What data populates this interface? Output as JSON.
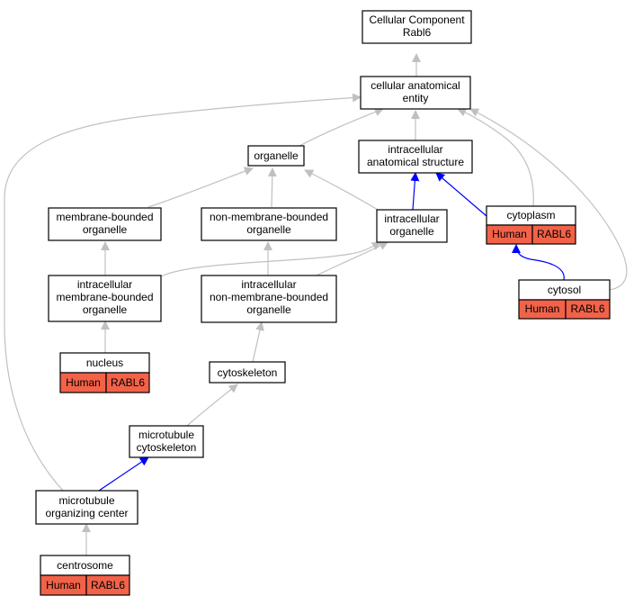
{
  "colors": {
    "edge_gray": "#c0c0c0",
    "edge_blue": "#0000ff",
    "badge_fill": "#f26249",
    "node_border": "#000000"
  },
  "nodes": {
    "root": {
      "lines": [
        "Cellular Component",
        "Rabl6"
      ]
    },
    "cae": {
      "lines": [
        "cellular anatomical",
        "entity"
      ]
    },
    "organelle": {
      "lines": [
        "organelle"
      ]
    },
    "ias": {
      "lines": [
        "intracellular",
        "anatomical structure"
      ]
    },
    "mbo": {
      "lines": [
        "membrane-bounded",
        "organelle"
      ]
    },
    "nmbo": {
      "lines": [
        "non-membrane-bounded",
        "organelle"
      ]
    },
    "io": {
      "lines": [
        "intracellular",
        "organelle"
      ]
    },
    "cytoplasm": {
      "lines": [
        "cytoplasm"
      ],
      "badges": [
        "Human",
        "RABL6"
      ]
    },
    "cytosol": {
      "lines": [
        "cytosol"
      ],
      "badges": [
        "Human",
        "RABL6"
      ]
    },
    "imbo": {
      "lines": [
        "intracellular",
        "membrane-bounded",
        "organelle"
      ]
    },
    "inmbo": {
      "lines": [
        "intracellular",
        "non-membrane-bounded",
        "organelle"
      ]
    },
    "nucleus": {
      "lines": [
        "nucleus"
      ],
      "badges": [
        "Human",
        "RABL6"
      ]
    },
    "cytoskeleton": {
      "lines": [
        "cytoskeleton"
      ]
    },
    "mtcyto": {
      "lines": [
        "microtubule",
        "cytoskeleton"
      ]
    },
    "mtoc": {
      "lines": [
        "microtubule",
        "organizing center"
      ]
    },
    "centrosome": {
      "lines": [
        "centrosome"
      ],
      "badges": [
        "Human",
        "RABL6"
      ]
    }
  }
}
